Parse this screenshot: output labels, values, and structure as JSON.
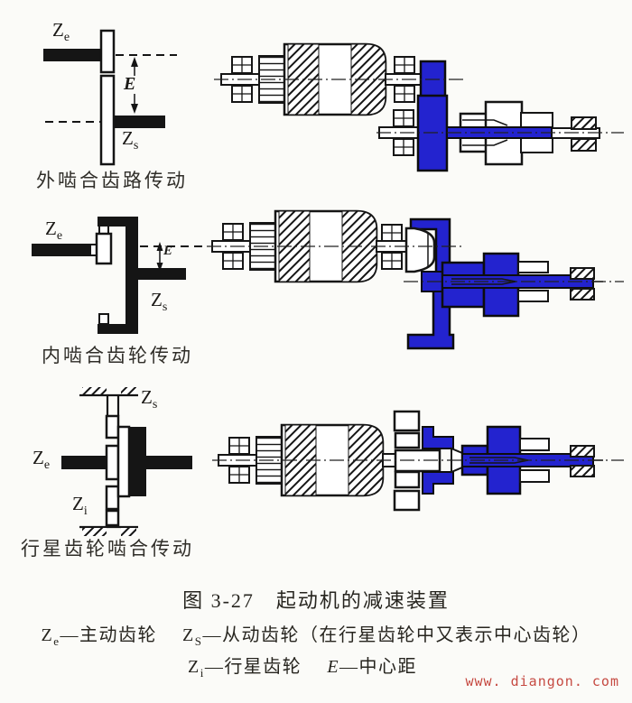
{
  "figure": {
    "title": "图 3-27　起动机的减速装置"
  },
  "colors": {
    "highlight": "#2323cf",
    "line": "#151515",
    "watermark": "#c64a42"
  },
  "schematics": [
    {
      "caption": "外啮合齿路传动",
      "ze": {
        "z": "Z",
        "sub": "e"
      },
      "e": "E",
      "zs": {
        "z": "Z",
        "sub": "s"
      }
    },
    {
      "caption": "内啮合齿轮传动",
      "ze": {
        "z": "Z",
        "sub": "e"
      },
      "e": "E",
      "zs": {
        "z": "Z",
        "sub": "s"
      }
    },
    {
      "caption": "行星齿轮啮合传动",
      "ze": {
        "z": "Z",
        "sub": "e"
      },
      "zs": {
        "z": "Z",
        "sub": "s"
      },
      "zi": {
        "z": "Z",
        "sub": "i"
      }
    }
  ],
  "footer": {
    "legend1": {
      "z1": "Z",
      "s1": "e",
      "t1": "—主动齿轮",
      "z2": "Z",
      "s2": "S",
      "t2": "—从动齿轮（在行星齿轮中又表示中心齿轮）"
    },
    "legend2": {
      "z1": "Z",
      "s1": "i",
      "t1": "—行星齿轮",
      "z2": "E",
      "t2": "—中心距"
    }
  },
  "watermark": "www. diangon. com"
}
